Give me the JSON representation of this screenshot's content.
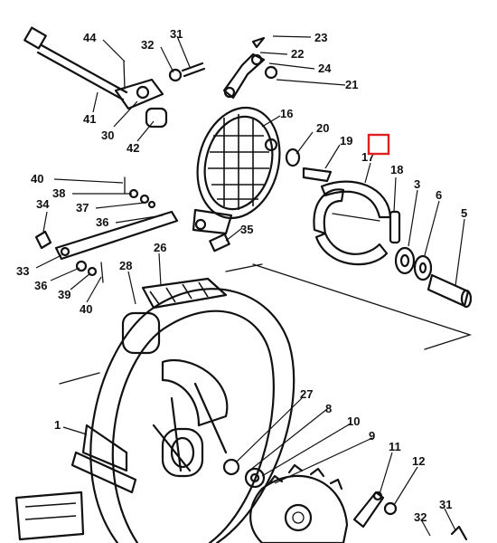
{
  "labels": {
    "l44": "44",
    "l32a": "32",
    "l31a": "31",
    "l23": "23",
    "l22": "22",
    "l24": "24",
    "l21": "21",
    "l41": "41",
    "l30": "30",
    "l42": "42",
    "l16": "16",
    "l20": "20",
    "l19": "19",
    "l40a": "40",
    "l38": "38",
    "l37": "37",
    "l34": "34",
    "l36": "36",
    "l35": "35",
    "l26": "26",
    "l33": "33",
    "l28": "28",
    "l36b": "36",
    "l39": "39",
    "l40b": "40",
    "l18": "18",
    "l3": "3",
    "l6": "6",
    "l5": "5",
    "l27": "27",
    "l8": "8",
    "l10": "10",
    "l9": "9",
    "l1": "1",
    "l11": "11",
    "l12": "12",
    "l31b": "31",
    "l32b": "32",
    "l17": "17"
  },
  "highlight": {
    "color": "#e02020"
  },
  "colors": {
    "ink": "#111111",
    "background": "#ffffff"
  }
}
